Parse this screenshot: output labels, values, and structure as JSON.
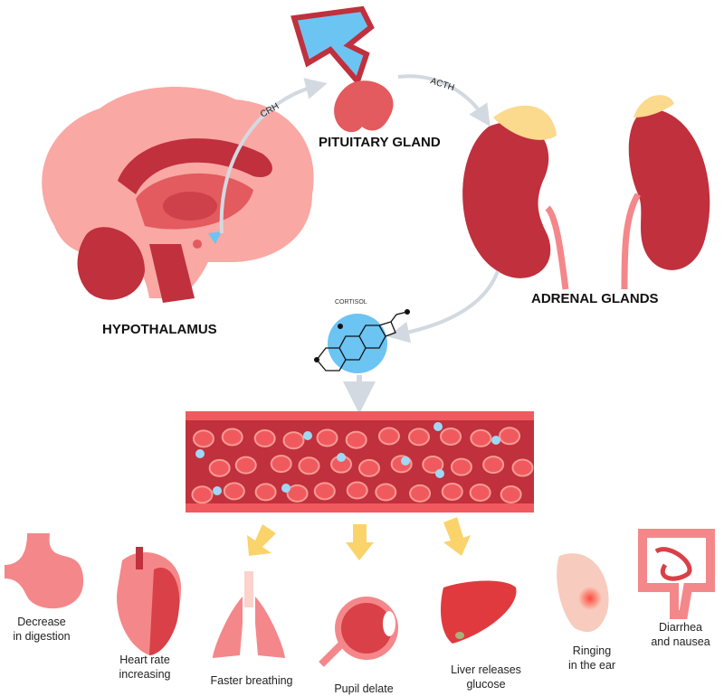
{
  "labels": {
    "hypothalamus": "HYPOTHALAMUS",
    "pituitary": "PITUITARY GLAND",
    "adrenal": "ADRENAL GLANDS",
    "crh": "CRH",
    "acth": "ACTH",
    "cortisol": "CORTISOL"
  },
  "effects": [
    {
      "line1": "Decrease",
      "line2": "in digestion"
    },
    {
      "line1": "Heart rate",
      "line2": "increasing"
    },
    {
      "line1": "Faster breathing",
      "line2": ""
    },
    {
      "line1": "Pupil delate",
      "line2": ""
    },
    {
      "line1": "Liver releases",
      "line2": "glucose"
    },
    {
      "line1": "Ringing",
      "line2": "in the ear"
    },
    {
      "line1": "Diarrhea",
      "line2": "and nausea"
    }
  ],
  "colors": {
    "dark_red": "#c0303d",
    "pink": "#f4878a",
    "light_pink": "#f9a8a4",
    "blue": "#6cc4f3",
    "adrenal_cap": "#fbd98d",
    "arrow_gray": "#d3d9e0",
    "arrow_yellow": "#fbd36b"
  }
}
